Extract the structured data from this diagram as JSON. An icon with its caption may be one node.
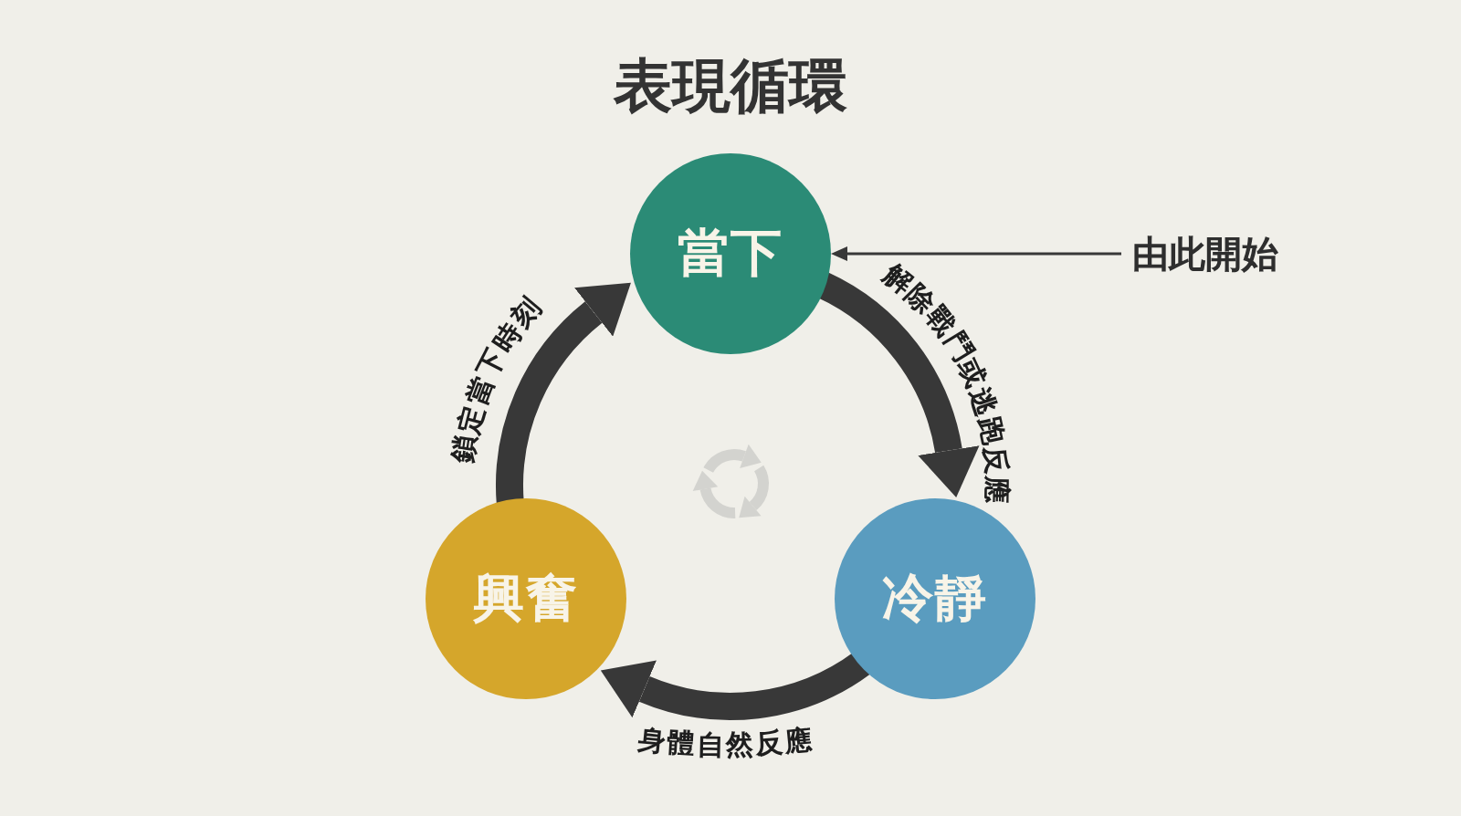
{
  "diagram": {
    "title": "表現循環",
    "nodes": [
      {
        "text": [
          "當下"
        ]
      },
      {
        "text": [
          "冷靜"
        ]
      },
      {
        "text": [
          "興奮"
        ]
      },
      {
        "text": [
          "由此開始"
        ]
      }
    ],
    "edges": [
      {
        "from": 0,
        "to": 1,
        "arrow": "to",
        "label": "解除戰鬥或逃跑反應"
      },
      {
        "from": 1,
        "to": 2,
        "arrow": "to",
        "label": "身體自然反應"
      },
      {
        "from": 2,
        "to": 0,
        "arrow": "to",
        "label": "鎖定當下時刻"
      },
      {
        "from": 3,
        "to": 0,
        "arrow": "to"
      }
    ]
  }
}
